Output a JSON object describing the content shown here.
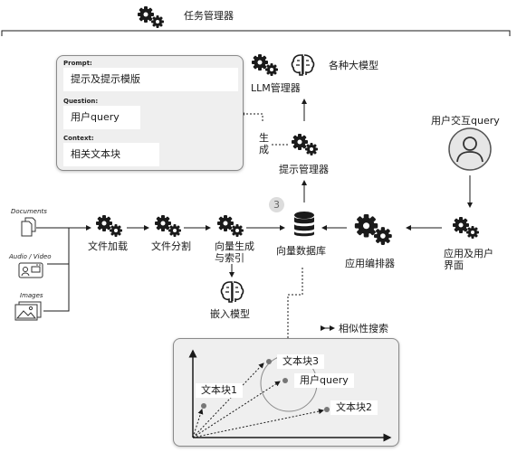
{
  "top": {
    "title": "任务管理器"
  },
  "prompt_panel": {
    "prompt_label": "Prompt:",
    "prompt_value": "提示及提示模版",
    "question_label": "Question:",
    "question_value": "用户query",
    "context_label": "Context:",
    "context_value": "相关文本块"
  },
  "llm": {
    "label": "LLM管理器",
    "models_label": "各种大模型"
  },
  "generate_label": "生\n成",
  "prompt_manager": {
    "label": "提示管理器"
  },
  "user": {
    "label": "用户交互query"
  },
  "inputs": {
    "documents": "Documents",
    "audio_video": "Audio / Video",
    "images": "Images"
  },
  "pipeline": {
    "file_load": "文件加载",
    "file_split": "文件分割",
    "vector_index": "向量生成\n与索引",
    "vector_db": "向量数据库",
    "app_orchestrator": "应用编排器",
    "app_ui": "应用及用户\n界面",
    "embedding_model": "嵌入模型",
    "step_badge": "3"
  },
  "similarity": {
    "label": "相似性搜索",
    "chunk1": "文本块1",
    "chunk2": "文本块2",
    "chunk3": "文本块3",
    "query": "用户query"
  },
  "colors": {
    "line": "#1a1a1a",
    "panel_bg": "#efefef",
    "point": "#777777"
  }
}
